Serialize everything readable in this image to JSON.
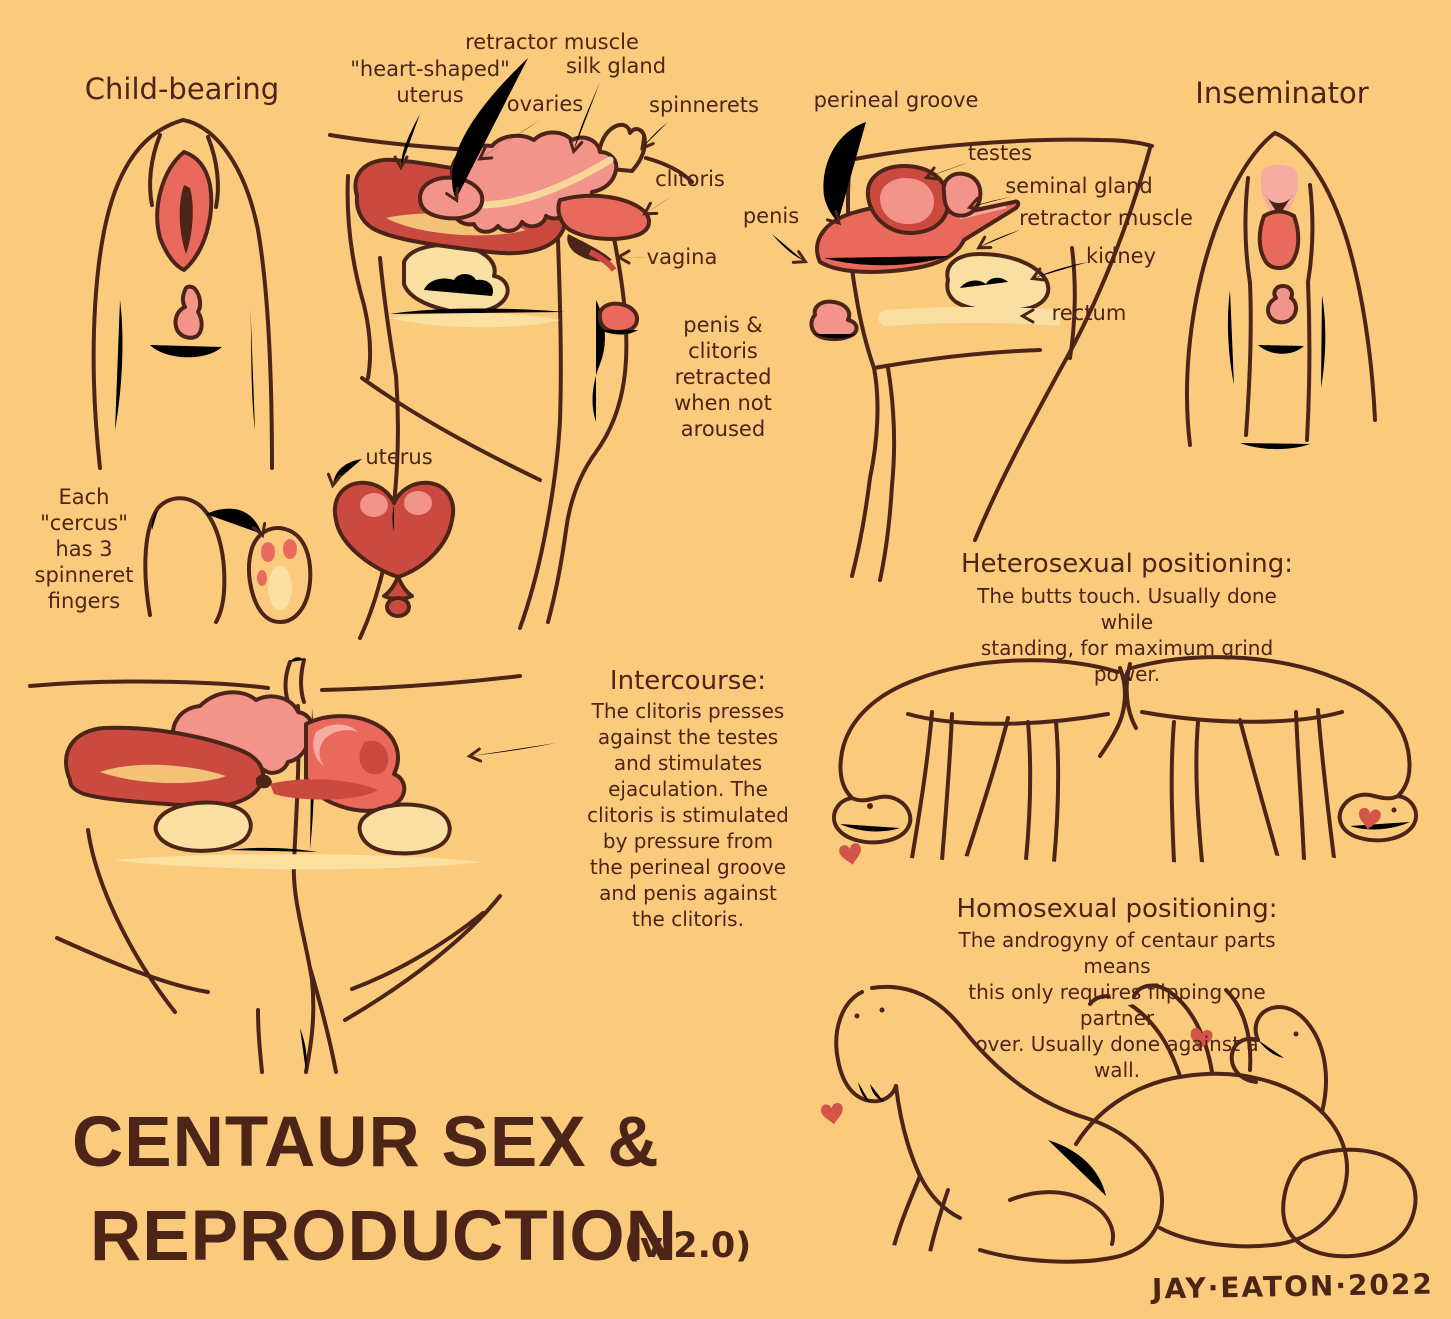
{
  "palette": {
    "background": "#fbcb7d",
    "ink": "#4d2418",
    "red_dark": "#cb4a40",
    "red_salmon": "#e96a5c",
    "pink": "#f3948a",
    "pink_light": "#f6aca1",
    "cream": "#f9e0a2",
    "highlight": "#fbe0a0",
    "heart_red": "#d5544a"
  },
  "headings": {
    "child_bearing": "Child-bearing",
    "inseminator": "Inseminator"
  },
  "anatomy_labels": {
    "retractor_muscle_left": "retractor muscle",
    "heart_shaped_uterus": "\"heart-shaped\"\nuterus",
    "silk_gland": "silk gland",
    "ovaries": "ovaries",
    "spinnerets": "spinnerets",
    "clitoris": "clitoris",
    "vagina": "vagina",
    "perineal_groove": "perineal groove",
    "penis": "penis",
    "testes": "testes",
    "seminal_gland": "seminal gland",
    "retractor_muscle_right": "retractor muscle",
    "kidney": "kidney",
    "rectum": "rectum",
    "uterus": "uterus"
  },
  "notes": {
    "retracted": "penis &\nclitoris\nretracted\nwhen not\naroused",
    "cercus": "Each\n\"cercus\"\nhas 3\nspinneret\nfingers"
  },
  "sections": {
    "intercourse": {
      "title": "Intercourse:",
      "body": "The clitoris presses\nagainst the testes\nand stimulates\nejaculation. The\nclitoris is stimulated\nby pressure from\nthe perineal groove\nand penis against\nthe clitoris."
    },
    "heterosexual": {
      "title": "Heterosexual positioning:",
      "body": "The butts touch. Usually done while\nstanding, for maximum grind power."
    },
    "homosexual": {
      "title": "Homosexual positioning:",
      "body": "The androgyny of centaur parts means\nthis only requires flipping one partner\nover. Usually done against a wall."
    }
  },
  "title": {
    "line1": "CENTAUR SEX &",
    "line2": "REPRODUCTION",
    "version": "(v.2.0)"
  },
  "signature": "JAY·EATON·2022"
}
